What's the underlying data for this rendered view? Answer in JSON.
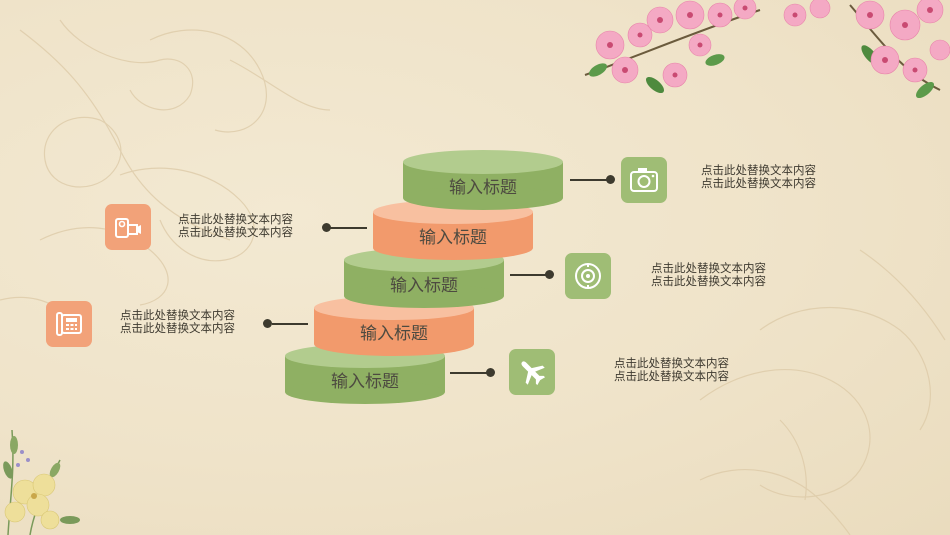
{
  "steps": [
    {
      "title": "输入标题",
      "color": "green"
    },
    {
      "title": "输入标题",
      "color": "orange"
    },
    {
      "title": "输入标题",
      "color": "green"
    },
    {
      "title": "输入标题",
      "color": "orange"
    },
    {
      "title": "输入标题",
      "color": "green"
    }
  ],
  "items": [
    {
      "icon": "camera-icon",
      "line1": "点击此处替换文本内容",
      "line2": "点击此处替换文本内容"
    },
    {
      "icon": "video-camera-icon",
      "line1": "点击此处替换文本内容",
      "line2": "点击此处替换文本内容"
    },
    {
      "icon": "target-icon",
      "line1": "点击此处替换文本内容",
      "line2": "点击此处替换文本内容"
    },
    {
      "icon": "telephone-icon",
      "line1": "点击此处替换文本内容",
      "line2": "点击此处替换文本内容"
    },
    {
      "icon": "airplane-icon",
      "line1": "点击此处替换文本内容",
      "line2": "点击此处替换文本内容"
    }
  ],
  "colors": {
    "green": "#9fbd75",
    "orange": "#f2a279",
    "background": "#efe3c9",
    "connector": "#3d3a2e"
  }
}
